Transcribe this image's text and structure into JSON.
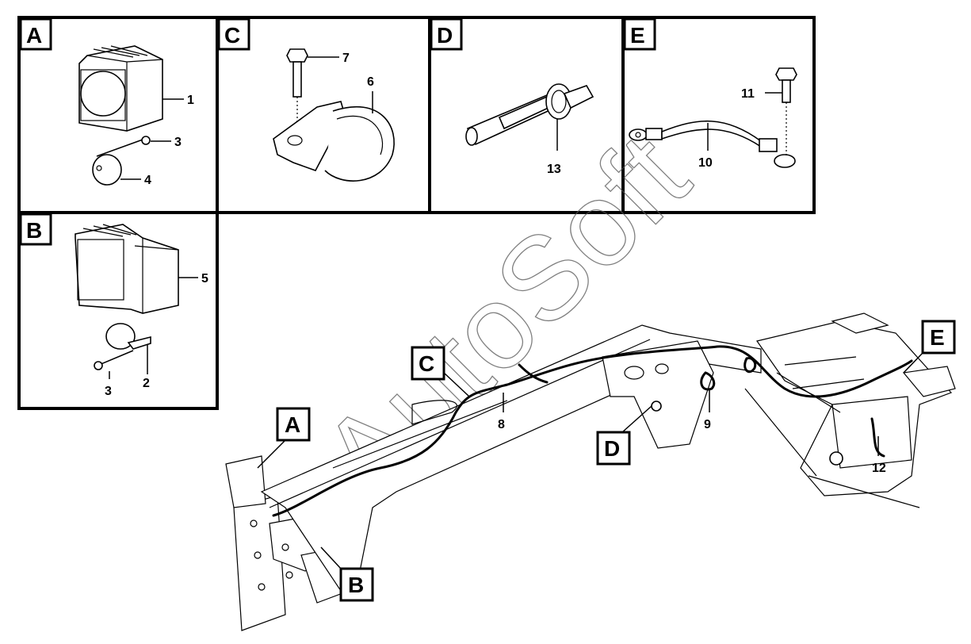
{
  "watermark": "AutoSoft",
  "panels": {
    "a": {
      "letter": "A",
      "parts": [
        "1",
        "3",
        "4"
      ]
    },
    "b": {
      "letter": "B",
      "parts": [
        "5",
        "2",
        "3"
      ]
    },
    "c": {
      "letter": "C",
      "parts": [
        "7",
        "6"
      ]
    },
    "d": {
      "letter": "D",
      "parts": [
        "13"
      ]
    },
    "e": {
      "letter": "E",
      "parts": [
        "11",
        "10"
      ]
    }
  },
  "main": {
    "callouts": [
      "A",
      "B",
      "C",
      "D",
      "E"
    ],
    "parts": [
      "8",
      "9",
      "12"
    ]
  }
}
